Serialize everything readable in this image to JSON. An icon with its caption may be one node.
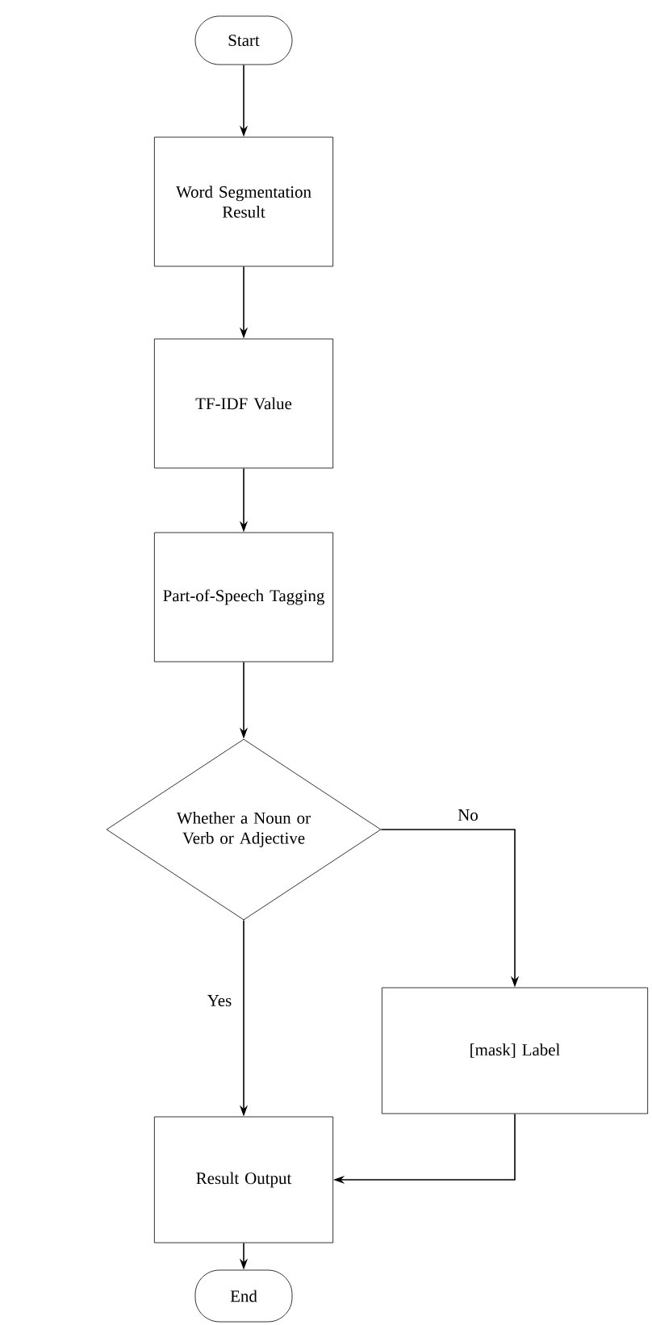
{
  "diagram": {
    "nodes": [
      {
        "text": [
          "Start"
        ]
      },
      {
        "text": [
          "Word Segmentation Result"
        ]
      },
      {
        "text": [
          "TF-IDF Value"
        ]
      },
      {
        "text": [
          "Part-of-Speech Tagging"
        ]
      },
      {
        "text": [
          "Whether a Noun or Verb or Adjective"
        ]
      },
      {
        "text": [
          "[mask] Label"
        ]
      },
      {
        "text": [
          "Result Output"
        ]
      },
      {
        "text": [
          "End"
        ]
      }
    ],
    "edges": [
      {
        "from": 0,
        "to": 1,
        "arrow": "to"
      },
      {
        "from": 1,
        "to": 2,
        "arrow": "to"
      },
      {
        "from": 2,
        "to": 3,
        "arrow": "to"
      },
      {
        "from": 3,
        "to": 4,
        "arrow": "to"
      },
      {
        "from": 4,
        "to": 5,
        "arrow": "to",
        "label": "No"
      },
      {
        "from": 4,
        "to": 6,
        "arrow": "to",
        "label": "Yes"
      },
      {
        "from": 5,
        "to": 6,
        "arrow": "to"
      },
      {
        "from": 6,
        "to": 7,
        "arrow": "to"
      }
    ]
  }
}
